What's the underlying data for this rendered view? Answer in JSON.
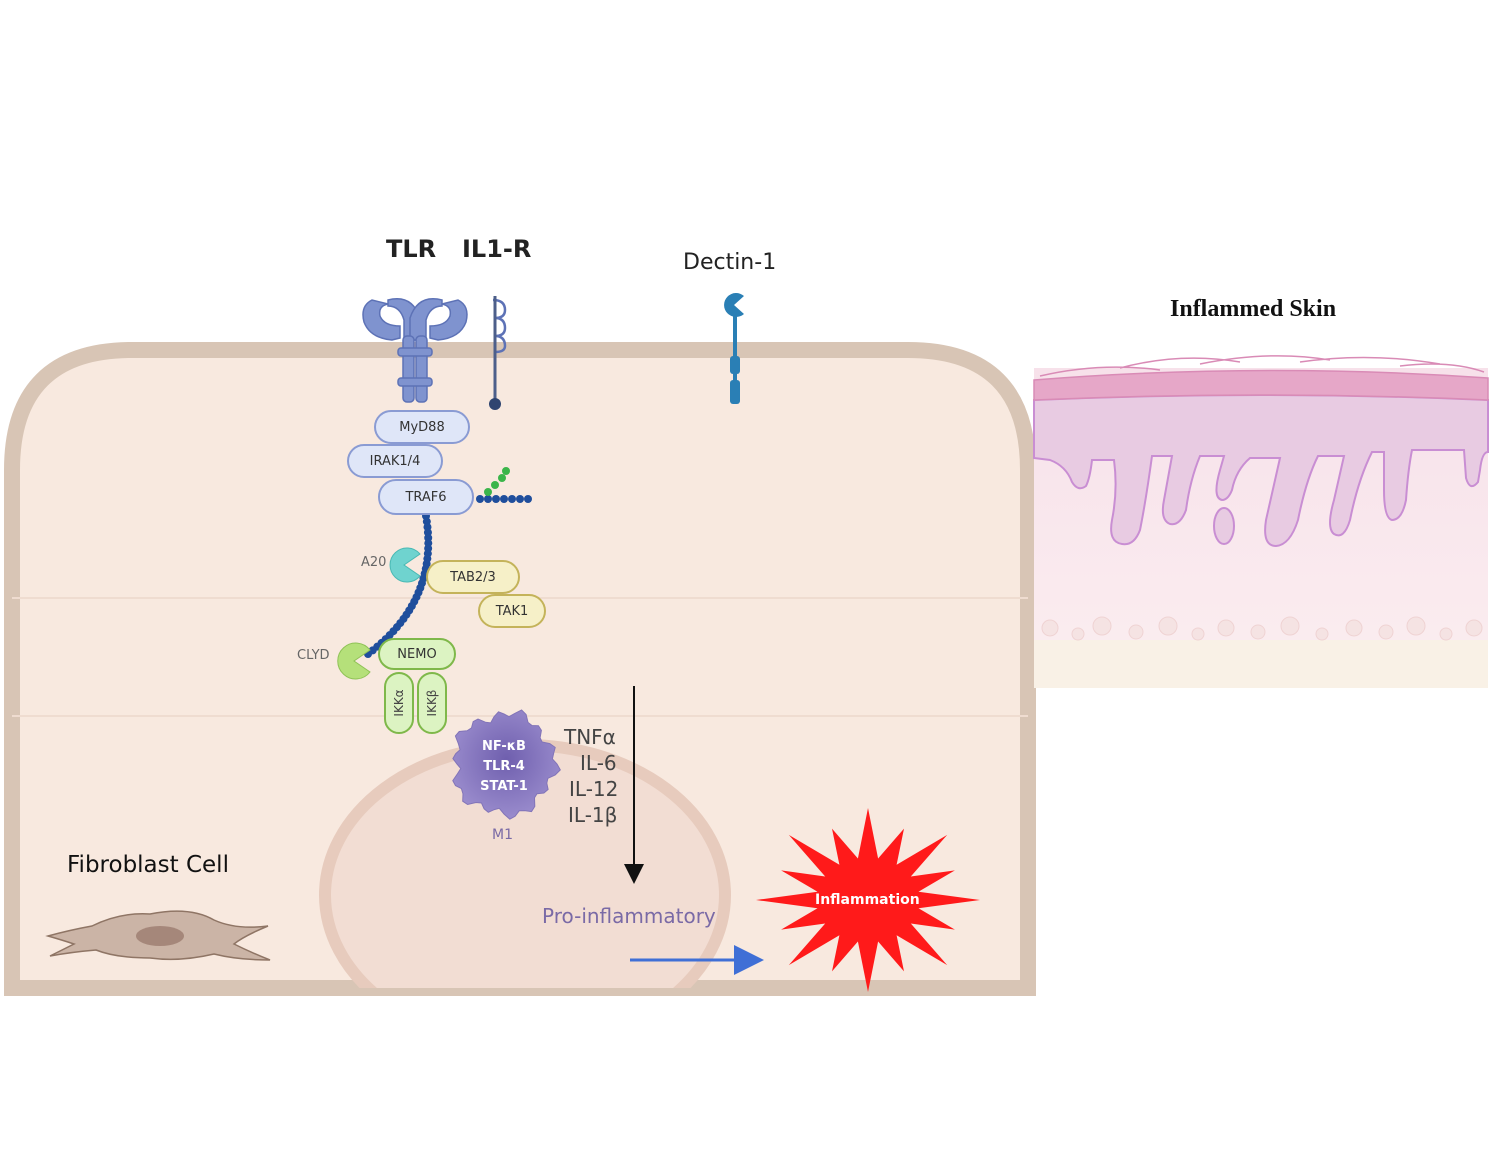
{
  "receptors": {
    "tlr": "TLR",
    "il1r": "IL1-R",
    "dectin": "Dectin-1"
  },
  "pathway": {
    "myd88": "MyD88",
    "irak": "IRAK1/4",
    "traf6": "TRAF6",
    "a20": "A20",
    "tab": "TAB2/3",
    "tak1": "TAK1",
    "clyd": "CLYD",
    "nemo": "NEMO",
    "ikka": "IKKα",
    "ikkb": "IKKβ"
  },
  "m1": {
    "line1": "NF-κB",
    "line2": "TLR-4",
    "line3": "STAT-1",
    "label": "M1"
  },
  "cytokines": [
    "TNFα",
    "IL-6",
    "IL-12",
    "IL-1β"
  ],
  "outcome": {
    "pro_inflammatory": "Pro-inflammatory",
    "inflammation": "Inflammation"
  },
  "cell_label": "Fibroblast Cell",
  "skin_title": "Inflammed Skin",
  "colors": {
    "cell_fill": "#f8e9df",
    "cell_border": "#d8c5b5",
    "ubiquitin": "#1f4e9c",
    "receptor": "#7f93cf",
    "dectin": "#2a7fb5",
    "m1": "#8b7cc2",
    "burst": "#ff1a1a",
    "arrow_blue": "#3f6fd6",
    "skin_epidermis": "#e8cbe2",
    "skin_outline": "#c98ed3"
  }
}
